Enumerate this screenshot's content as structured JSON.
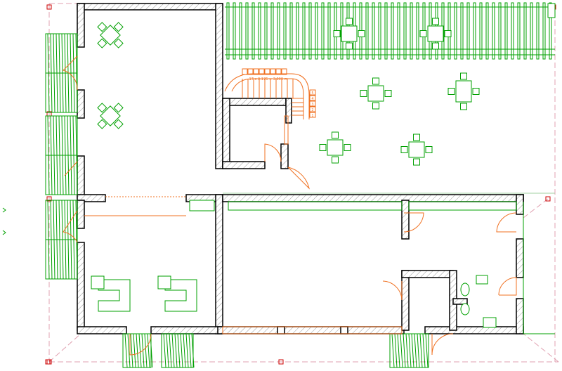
{
  "stair": {
    "annotation": "17 x 0.176 = 3.000 m",
    "step_numbers": [
      "5",
      "4",
      "3",
      "2",
      "1"
    ]
  },
  "colors": {
    "wall": "#000000",
    "hatch": "#888888",
    "furniture": "#00a000",
    "door": "#f07020",
    "guide": "#e0a0b0",
    "marker": "#cc0000"
  }
}
